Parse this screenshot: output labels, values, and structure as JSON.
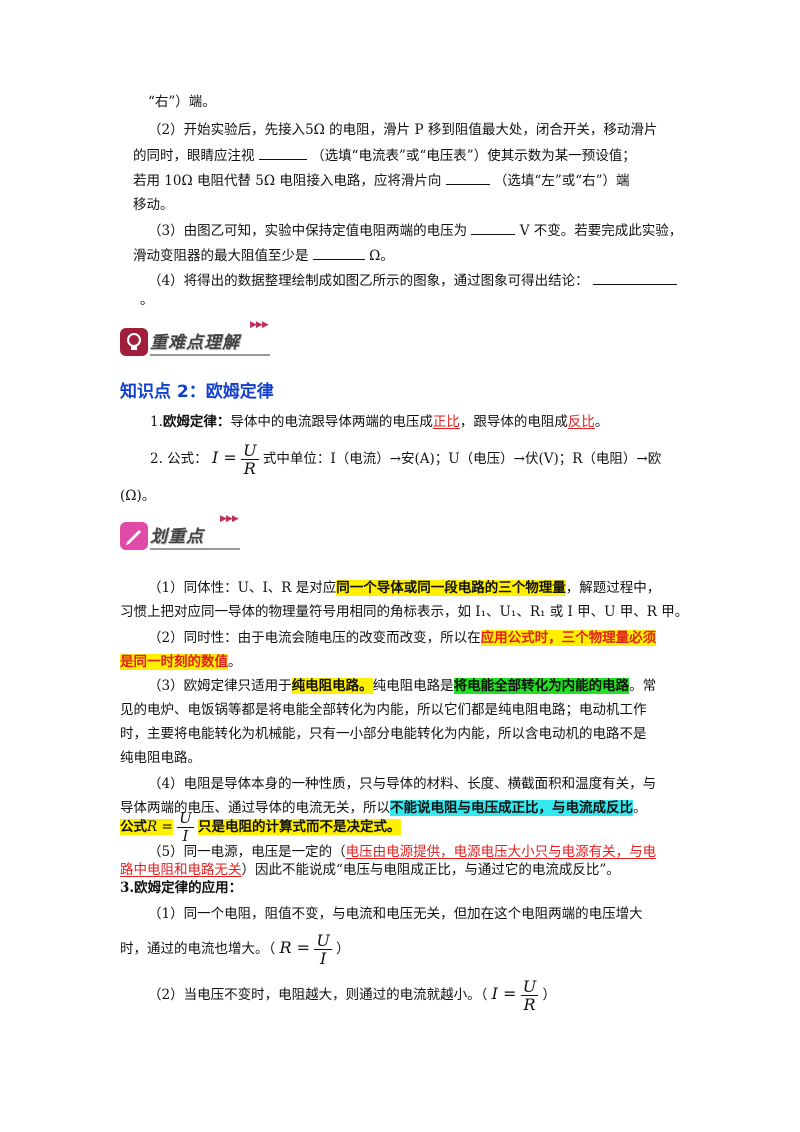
{
  "q_prev": {
    "line0": "“右”）端。",
    "q2_a": "（2）开始实验后，先接入5Ω 的电阻，滑片 P 移到阻值最大处，闭合开关，移动滑片",
    "q2_b1": "的同时，眼睛应注视",
    "q2_b2": "（选填“电流表”或“电压表”）使其示数为某一预设值；",
    "q2_c1": "若用 10Ω 电阻代替 5Ω 电阻接入电路，应将滑片向",
    "q2_c2": "（选填“左”或“右”）端",
    "q2_d": "移动。",
    "q3_a1": "（3）由图乙可知，实验中保持定值电阻两端的电压为",
    "q3_a2": "V 不变。若要完成此实验，",
    "q3_b1": "滑动变阻器的最大阻值至少是",
    "q3_b2": "Ω。",
    "q4_a": "（4）将得出的数据整理绘制成如图乙所示的图象，通过图象可得出结论：",
    "q4_b": "。"
  },
  "banner1": {
    "label": "重难点理解"
  },
  "kp2": {
    "title": "知识点 2：欧姆定律",
    "def_prefix": "1.",
    "def_term": "欧姆定律：",
    "def_text1": "导体中的电流跟导体两端的电压成",
    "def_red1": "正比",
    "def_text2": "，跟导体的电阻成",
    "def_red2": "反比",
    "def_text3": "。",
    "formula_prefix": "2. 公式：",
    "formula_lhs": "I =",
    "formula_num": "U",
    "formula_den": "R",
    "formula_units": "式中单位：I（电流）→安(A)；U（电压）→伏(V)；R（电阻）→欧",
    "formula_units2": "(Ω)。"
  },
  "banner2": {
    "label": "划重点"
  },
  "points": {
    "p1_a": "（1）同体性：U、I、R 是对应",
    "p1_hl": "同一个导体或同一段电路的三个物理量",
    "p1_b": "，解题过程中，",
    "p1_c": "习惯上把对应同一导体的物理量符号用相同的角标表示，如 I₁、U₁、R₁ 或 I 甲、U 甲、R 甲。",
    "p2_a": "（2）同时性：由于电流会随电压的改变而改变，所以在",
    "p2_hl1": "应用公式时，三个物理量必须",
    "p2_hl2": "是同一时刻的数值",
    "p2_b": "。",
    "p3_a": "（3）欧姆定律只适用于",
    "p3_hl1": "纯电阻电路。",
    "p3_b": "纯电阻电路是",
    "p3_hl2": "将电能全部转化为内能的电路",
    "p3_c": "。常",
    "p3_d": "见的电炉、电饭锅等都是将电能全部转化为内能，所以它们都是纯电阻电路；电动机工作",
    "p3_e": "时，主要将电能转化为机械能，只有一小部分电能转化为内能，所以含电动机的电路不是",
    "p3_f": "纯电阻电路。",
    "p4_a": "（4）电阻是导体本身的一种性质，只与导体的材料、长度、横截面积和温度有关，与",
    "p4_b1": "导体两端的电压、通过导体的电流无关，所以",
    "p4_hl": "不能说电阻与电压成正比，与电流成反比",
    "p4_b2": "。",
    "p4_c_pre": "公式",
    "p4_c_lhs": "R =",
    "p4_c_num": "U",
    "p4_c_den": "I",
    "p4_c_hl": "只是电阻的计算式而不是决定式。",
    "p5_a": "（5）同一电源，电压是一定的（",
    "p5_red1": "电压由电源提供，电源电压大小只与电源有关，与电",
    "p5_red2": "路中电阻和电路无关",
    "p5_b": "）因此不能说成“电压与电阻成正比，与通过它的电流成反比”。"
  },
  "app": {
    "title": "3.欧姆定律的应用：",
    "a1_a": "（1）同一个电阻，阻值不变，与电流和电压无关，但加在这个电阻两端的电压增大",
    "a1_b": "时，通过的电流也增大。（",
    "a1_lhs": "R =",
    "a1_num": "U",
    "a1_den": "I",
    "a1_close": "）",
    "a2_a": "（2）当电压不变时，电阻越大，则通过的电流就越小。（",
    "a2_lhs": "I =",
    "a2_num": "U",
    "a2_den": "R",
    "a2_close": "）"
  }
}
